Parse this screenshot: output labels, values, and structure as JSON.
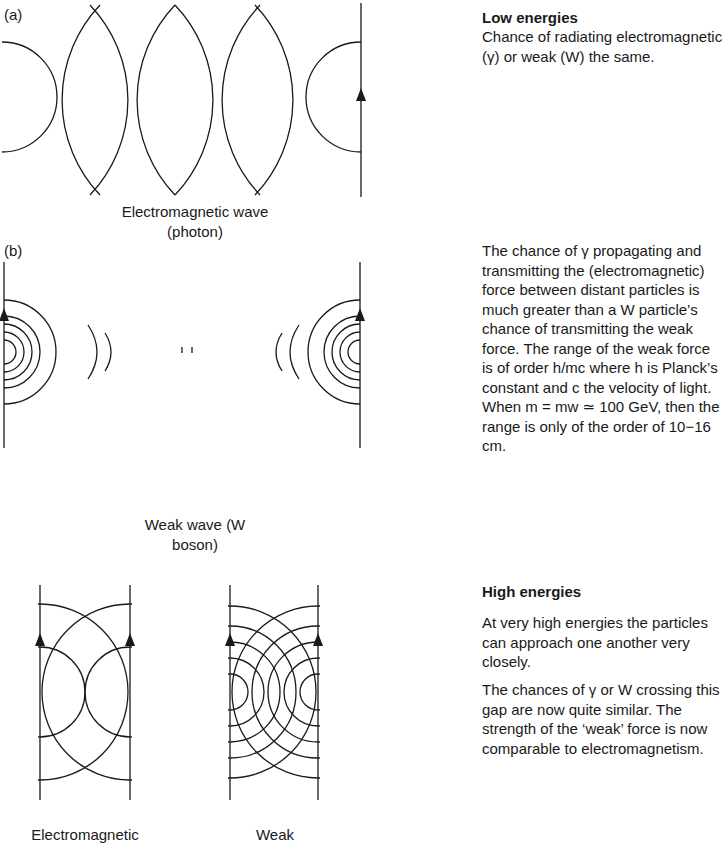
{
  "diagram": {
    "labels": [
      "(a)",
      "Low energies",
      "Chance of radiating electromagnetic (γ) or weak (W) the same.",
      "Electromagnetic wave (photon)",
      "(b)",
      "The chance of γ propagating and transmitting the (electromagnetic) force between distant particles is much greater than a W particle’s chance of transmitting the weak force. The range of the weak force is of order h/mc where h is Planck’s constant and c the velocity of light. When m = mw ≃ 100 GeV, then the range is only of the order of 10−16 cm.",
      "Weak wave (W boson)",
      "High energies",
      "At very high energies the particles can approach one another very closely.",
      "The chances of γ or W crossing this gap are now quite similar. The strength of the ‘weak’ force is now comparable to electromagnetism.",
      "Electromagnetic",
      "Weak"
    ]
  }
}
